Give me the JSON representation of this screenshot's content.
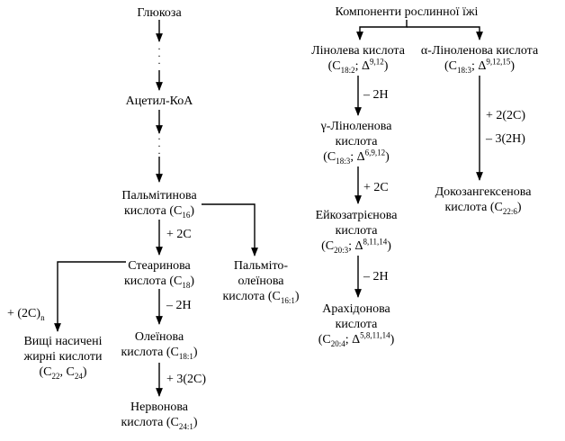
{
  "left": {
    "glucose": "Глюкоза",
    "acetyl_coa": "Ацетил-КоА",
    "palmitic_1": "Пальмітинова",
    "palmitic_2": "кислота (C",
    "palmitic_sub": "16",
    "stearic_1": "Стеаринова",
    "stearic_2": "кислота (C",
    "stearic_sub": "18",
    "palmitoleic_1": "Пальміто-",
    "palmitoleic_2": "олеїнова",
    "palmitoleic_3": "кислота (C",
    "palmitoleic_sub": "16:1",
    "higher_1": "Вищі насичені",
    "higher_2": "жирні кислоти",
    "higher_3a": "(C",
    "higher_sub1": "22",
    "higher_3b": ", C",
    "higher_sub2": "24",
    "oleic_1": "Олеїнова",
    "oleic_2": "кислота (C",
    "oleic_sub": "18:1",
    "nervonic_1": "Нервонова",
    "nervonic_2": "кислота (C",
    "nervonic_sub": "24:1",
    "step_plus2c": "+ 2C",
    "step_plus2cn": "+ (2C)",
    "step_plus2cn_sub": "n",
    "step_minus2h": "– 2H",
    "step_plus3_2c": "+ 3(2C)",
    "close_paren": ")",
    "dots": "·"
  },
  "right": {
    "plant": "Компоненти рослинної їжі",
    "linoleic_1": "Лінолева кислота",
    "linoleic_2a": "(C",
    "linoleic_sub": "18:2",
    "linoleic_delta": "; Δ",
    "linoleic_sup": "9,12",
    "alinolenic_1": "α-Ліноленова кислота",
    "alinolenic_2a": "(C",
    "alinolenic_sub": "18:3",
    "alinolenic_delta": "; Δ",
    "alinolenic_sup": "9,12,15",
    "glinolenic_1": "γ-Ліноленова",
    "glinolenic_2": "кислота",
    "glinolenic_3a": "(C",
    "glinolenic_sub": "18:3",
    "glinolenic_delta": "; Δ",
    "glinolenic_sup": "6,9,12",
    "eicosatrienoic_1": "Ейкозатрієнова",
    "eicosatrienoic_2": "кислота",
    "eicosatrienoic_3a": "(C",
    "eicosatrienoic_sub": "20:3",
    "eicosatrienoic_delta": "; Δ",
    "eicosatrienoic_sup": "8,11,14",
    "arachidonic_1": "Арахідонова",
    "arachidonic_2": "кислота",
    "arachidonic_3a": "(C",
    "arachidonic_sub": "20:4",
    "arachidonic_delta": "; Δ",
    "arachidonic_sup": "5,8,11,14",
    "docosa_1": "Докозангексенова",
    "docosa_2": "кислота (C",
    "docosa_sub": "22:6",
    "step_minus2h": "– 2H",
    "step_plus2c": "+ 2C",
    "step_plus2_2c": "+ 2(2C)",
    "step_minus3_2h": "– 3(2H)",
    "close_paren": ")"
  }
}
